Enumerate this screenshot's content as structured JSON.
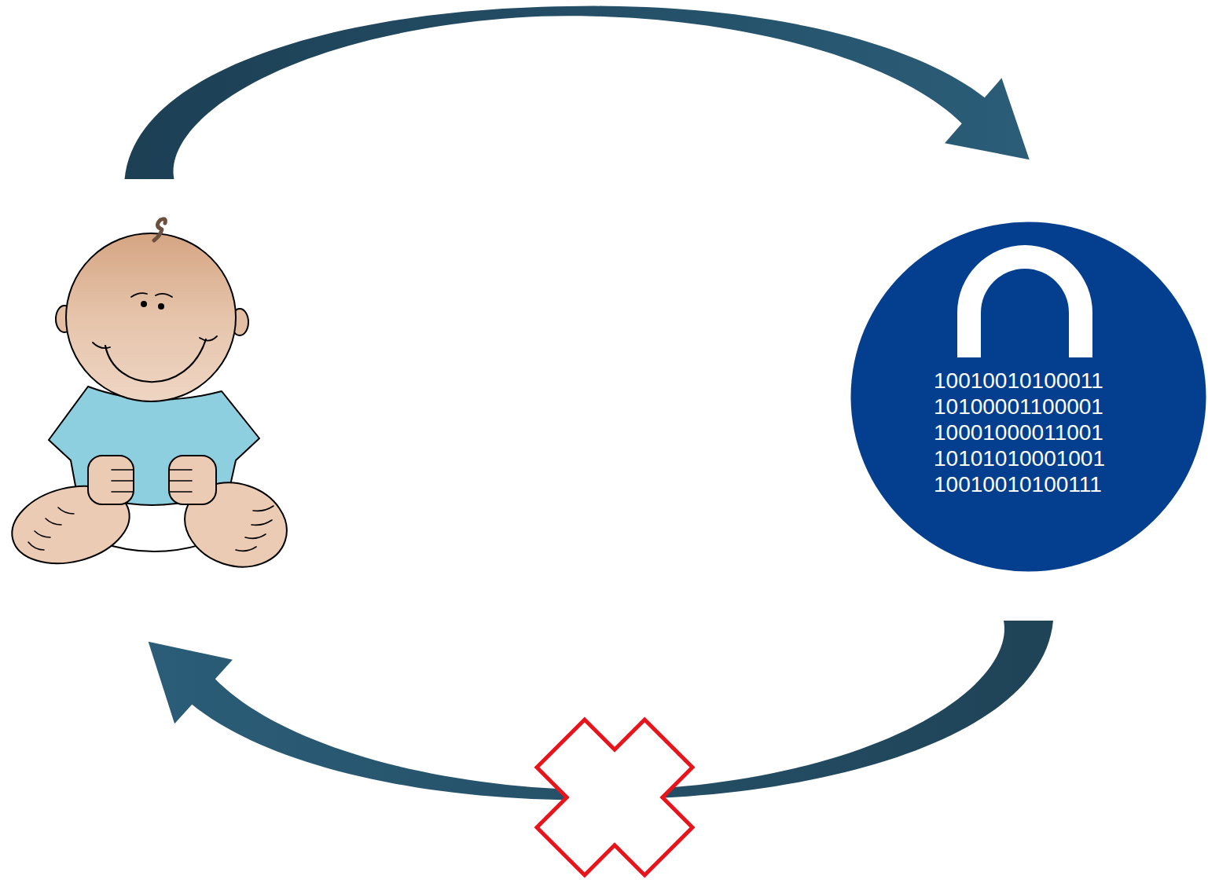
{
  "diagram": {
    "nodes": [
      {
        "text": []
      },
      {
        "text": [
          "10010010100011 10100001100001 10001000011001 10101010001001 10010010100111"
        ]
      }
    ],
    "edges": [
      {
        "from": 0,
        "to": 1,
        "arrow": "to"
      },
      {
        "from": 1,
        "to": 0,
        "arrow": "to"
      }
    ]
  }
}
